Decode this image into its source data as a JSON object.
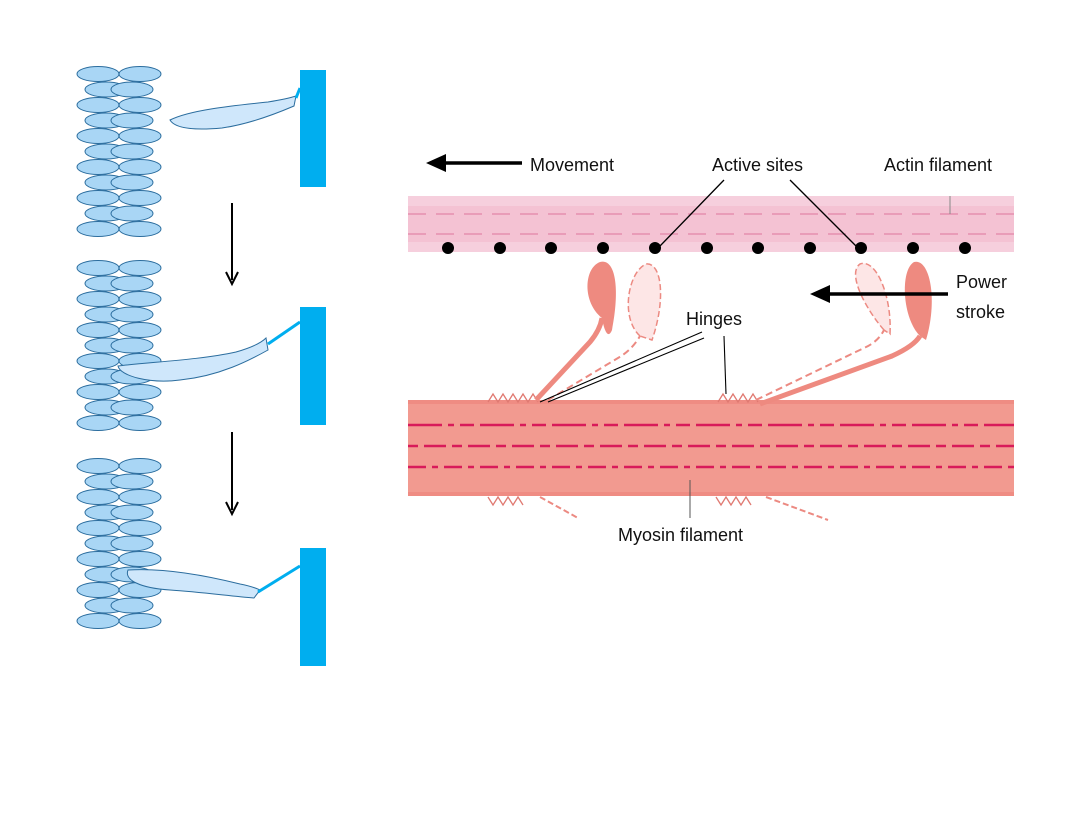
{
  "labels": {
    "movement": "Movement",
    "active_sites": "Active sites",
    "actin_filament": "Actin filament",
    "power": "Power",
    "stroke": "stroke",
    "hinges": "Hinges",
    "myosin_filament": "Myosin filament"
  },
  "colors": {
    "actin_blue": "#a9d6f5",
    "actin_stroke": "#2b6d9e",
    "myosin_line": "#00aeef",
    "actin_band": "#f6cfdd",
    "myosin_band": "#ef8c83",
    "head": "#ee8a80",
    "label": "#111111"
  },
  "icons": {
    "movement_arrow": "left-arrow-icon",
    "power_stroke_arrow": "left-arrow-icon",
    "step_arrow": "down-arrow-icon"
  }
}
